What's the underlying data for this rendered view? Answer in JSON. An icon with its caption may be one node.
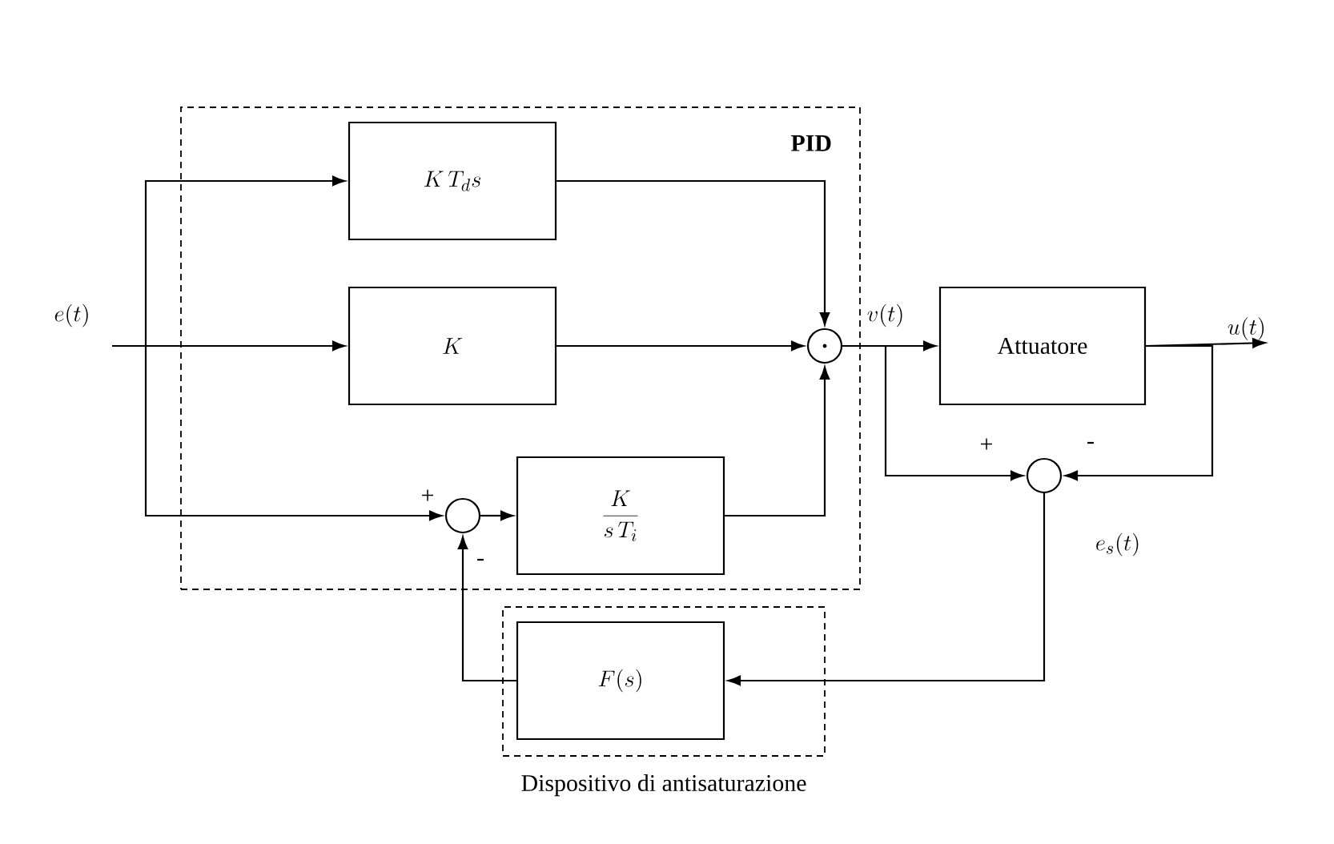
{
  "diagram": {
    "nodes": [
      {
        "text": [
          "PID"
        ]
      },
      {
        "text": [
          "K\\,T_d s"
        ],
        "in": 0
      },
      {
        "text": [
          "K"
        ],
        "in": 0
      },
      {
        "text": [
          "\\frac{K}{s\\,T_i}"
        ],
        "in": 0
      },
      {
        "text": [],
        "shape": "circle",
        "in": 0
      },
      {
        "text": [],
        "shape": "circle",
        "in": 0
      },
      {
        "text": [
          "Attuatore"
        ]
      },
      {
        "text": [],
        "shape": "circle"
      },
      {
        "text": [
          "Dispositivo di antisaturazione"
        ]
      },
      {
        "text": [
          "F(s)"
        ],
        "in": 8
      },
      {
        "text": [
          "u(t)"
        ]
      }
    ],
    "edges": [
      {
        "from": null,
        "to": 2,
        "arrow": "to"
      },
      {
        "from": null,
        "to": 1,
        "arrow": "to"
      },
      {
        "from": null,
        "to": 5,
        "arrow": "to"
      },
      {
        "from": 1,
        "to": 4,
        "arrow": "to"
      },
      {
        "from": 2,
        "to": 4,
        "arrow": "to"
      },
      {
        "from": 3,
        "to": 4,
        "arrow": "to"
      },
      {
        "from": 5,
        "to": 3,
        "arrow": "to"
      },
      {
        "from": 4,
        "to": 6,
        "arrow": "to"
      },
      {
        "from": 4,
        "to": 7,
        "arrow": "to"
      },
      {
        "from": 6,
        "to": 10,
        "arrow": "to"
      },
      {
        "from": 6,
        "to": 7,
        "arrow": "to"
      },
      {
        "from": 7,
        "to": 9,
        "arrow": "to"
      },
      {
        "from": 9,
        "to": 5,
        "arrow": "to"
      }
    ],
    "labels": [
      "e(t)",
      "v(t)",
      "e_s(t)",
      "+",
      "-",
      "+",
      "-"
    ]
  }
}
